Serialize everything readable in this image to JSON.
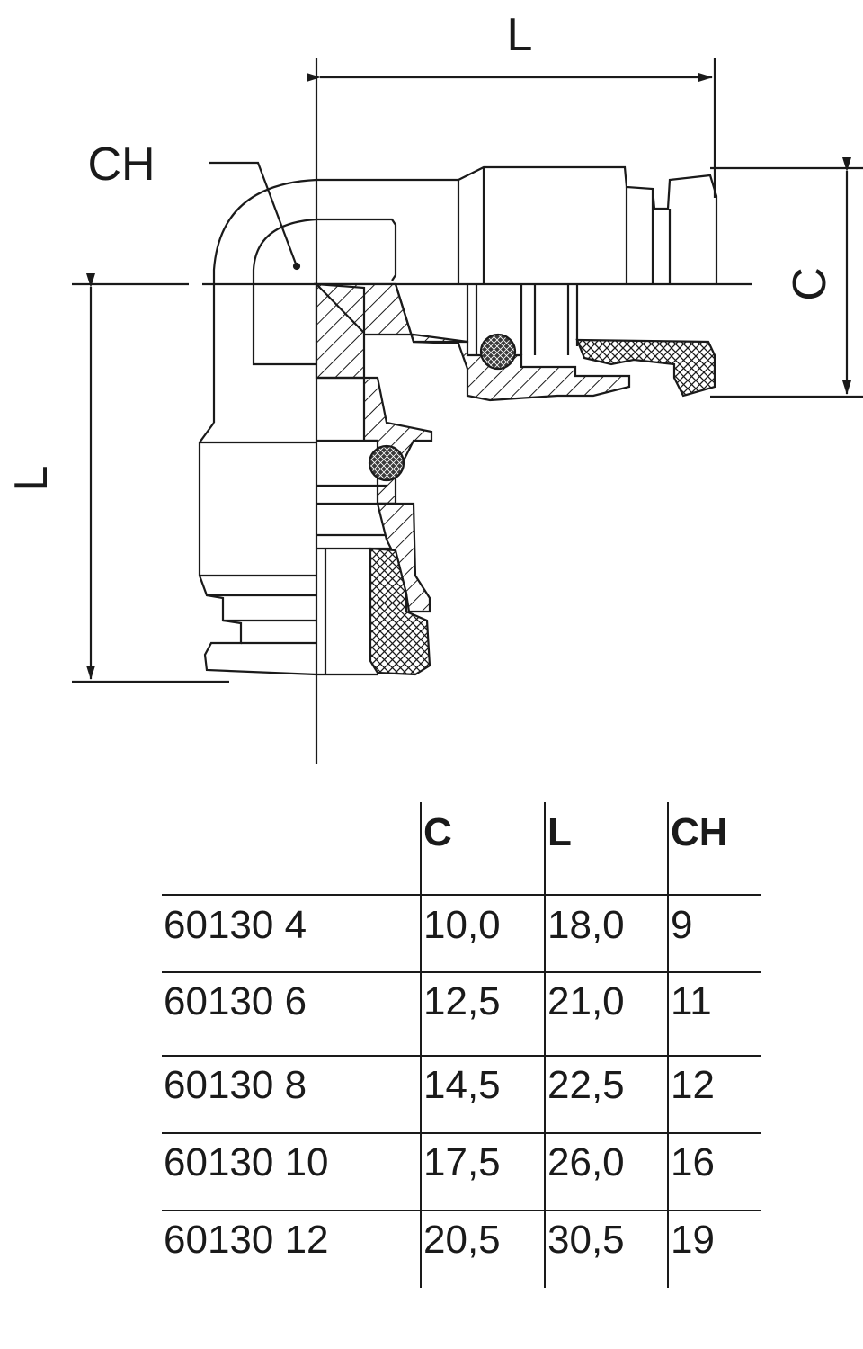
{
  "drawing": {
    "dim_top": "L",
    "dim_left": "L",
    "dim_right": "C",
    "wrench": "CH"
  },
  "table": {
    "headers": [
      "",
      "C",
      "L",
      "CH"
    ],
    "rows": [
      [
        "60130 4",
        "10,0",
        "18,0",
        "9"
      ],
      [
        "60130 6",
        "12,5",
        "21,0",
        "11"
      ],
      [
        "60130 8",
        "14,5",
        "22,5",
        "12"
      ],
      [
        "60130 10",
        "17,5",
        "26,0",
        "16"
      ],
      [
        "60130 12",
        "20,5",
        "30,5",
        "19"
      ]
    ]
  }
}
